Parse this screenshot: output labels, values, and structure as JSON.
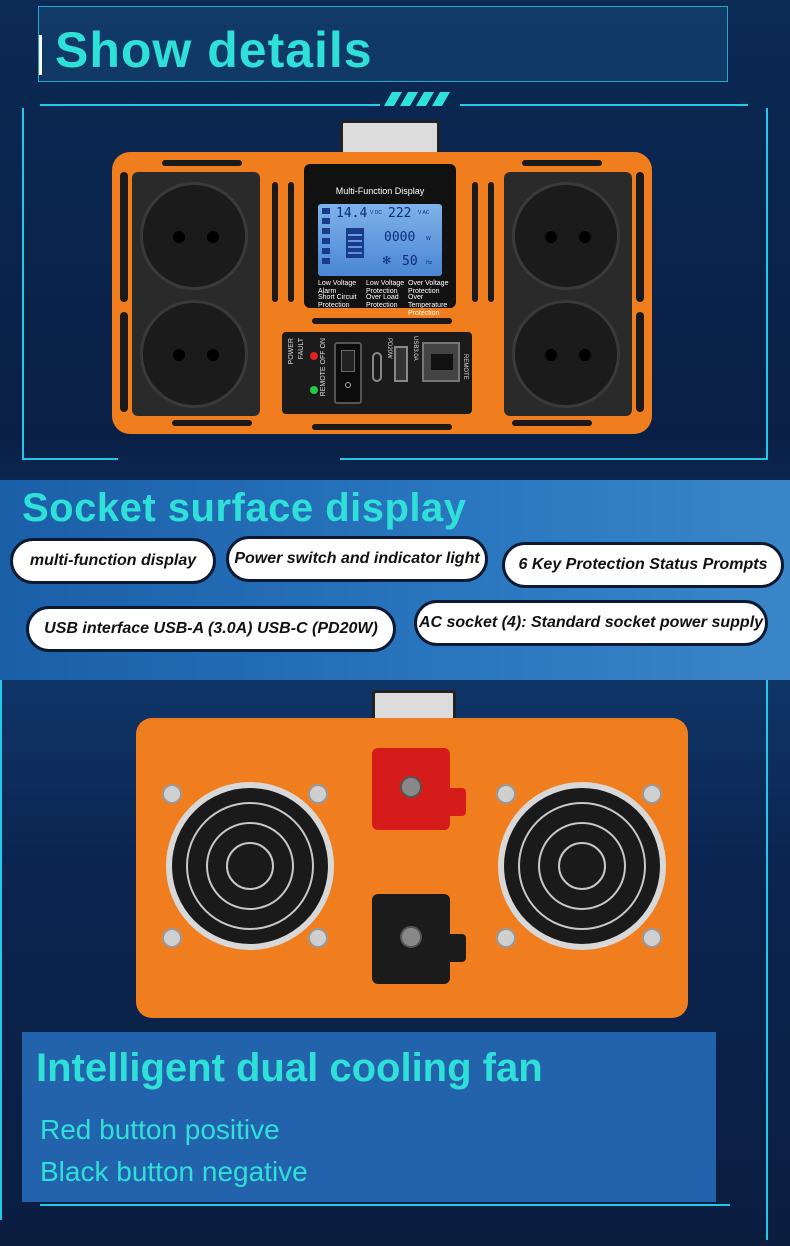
{
  "section1": {
    "title": "Show details"
  },
  "lcd": {
    "heading": "Multi-Function Display",
    "v_in": "14.4",
    "v_in_unit": "V DC",
    "v_out": "222",
    "v_out_unit": "V AC",
    "power": "0000",
    "power_unit": "W",
    "freq": "50",
    "freq_unit": "Hz",
    "protections": [
      "Low Voltage Alarm",
      "Low Voltage Protection",
      "Over Voltage Protection",
      "Short Circuit Protection",
      "Over Load Protection",
      "Over Temperature Protection"
    ]
  },
  "panel": {
    "power_label": "POWER",
    "fault_label": "FAULT",
    "remote_off_on": "REMOTE OFF ON",
    "pd_label": "PD20W",
    "usb_label": "USB3.0A",
    "remote_label": "REMOTE"
  },
  "section2": {
    "title": "Socket surface display",
    "pills": [
      "multi-function display",
      "Power switch and indicator light",
      "6 Key Protection Status Prompts",
      "USB interface USB-A (3.0A) USB-C (PD20W)",
      "AC socket (4): Standard socket power supply"
    ]
  },
  "section3": {
    "title": "Intelligent dual cooling fan",
    "line1": "Red button positive",
    "line2": "Black button negative"
  },
  "colors": {
    "accent": "#2fe0d8",
    "device": "#f07e1e",
    "frame": "#23c8e6"
  }
}
